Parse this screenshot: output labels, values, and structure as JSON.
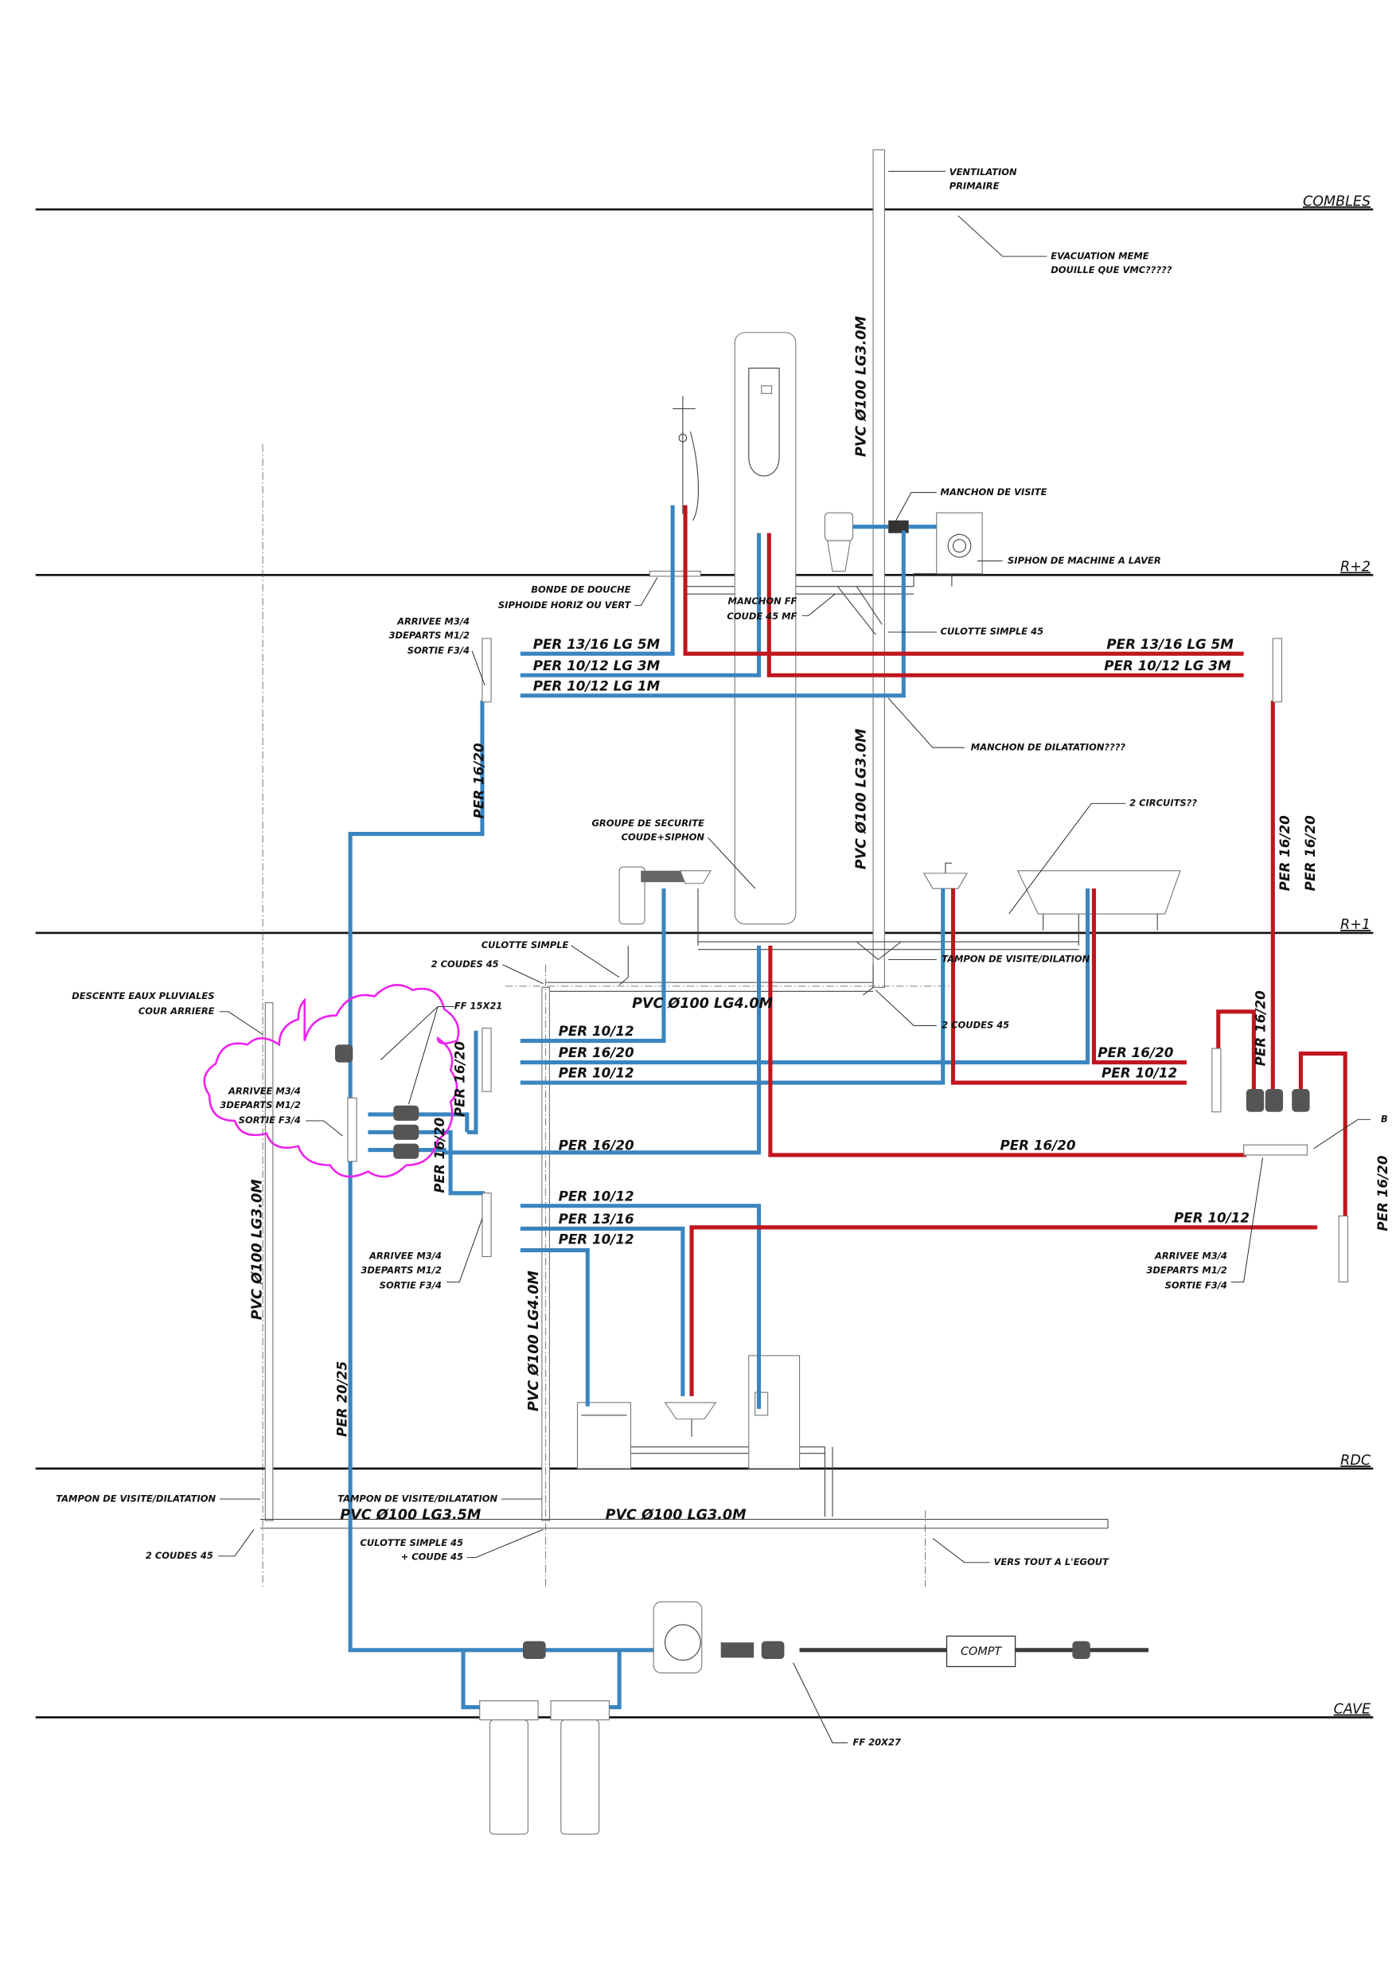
{
  "colors": {
    "cold_water": "#3a85c0",
    "hot_water": "#c0161f",
    "supply": "#3a3a3a",
    "revision_cloud": "#ee22ee"
  },
  "levels": {
    "combles": "COMBLES",
    "r2": "R+2",
    "r1": "R+1",
    "rdc": "RDC",
    "cave": "CAVE"
  },
  "annotations": {
    "ventilation_1": "VENTILATION",
    "ventilation_2": "PRIMAIRE",
    "evacuation_1": "EVACUATION MEME",
    "evacuation_2": "DOUILLE QUE VMC?????",
    "manchon_visite": "MANCHON DE VISITE",
    "siphon_machine": "SIPHON DE MACHINE A LAVER",
    "bonde_1": "BONDE DE DOUCHE",
    "bonde_2": "SIPHOIDE HORIZ OU VERT",
    "manchon_ff_1": "MANCHON FF",
    "manchon_ff_2": "COUDE 45 MF",
    "culotte_45": "CULOTTE SIMPLE 45",
    "manchon_dilatation": "MANCHON DE DILATATION????",
    "collector_1": "ARRIVEE M3/4",
    "collector_2": "3DEPARTS M1/2",
    "collector_3": "SORTIE F3/4",
    "groupe_1": "GROUPE DE SECURITE",
    "groupe_2": "COUDE+SIPHON",
    "circuits": "2 CIRCUITS??",
    "culotte_simple": "CULOTTE SIMPLE",
    "coudes_45": "2 COUDES 45",
    "tampon": "TAMPON DE VISITE/DILATION",
    "tampon_dilatation": "TAMPON DE VISITE/DILATATION",
    "descente_1": "DESCENTE EAUX PLUVIALES",
    "descente_2": "COUR ARRIERE",
    "ff_15x21": "FF 15X21",
    "b": "B",
    "culotte_coude_1": "CULOTTE SIMPLE 45",
    "culotte_coude_2": "+ COUDE 45",
    "egout": "VERS TOUT A L'EGOUT",
    "ff_20x27": "FF 20X27",
    "compt": "COMPT"
  },
  "pipes": {
    "pvc_100_3m": "PVC Ø100 LG3.0M",
    "pvc_100_4m": "PVC Ø100 LG4.0M",
    "pvc_100_35m": "PVC Ø100 LG3.5M",
    "per_13_16_5m": "PER 13/16 LG 5M",
    "per_10_12_3m": "PER 10/12 LG 3M",
    "per_10_12_1m": "PER 10/12 LG 1M",
    "per_16_20": "PER 16/20",
    "per_10_12": "PER 10/12",
    "per_13_16": "PER 13/16",
    "per_20_25": "PER 20/25"
  }
}
